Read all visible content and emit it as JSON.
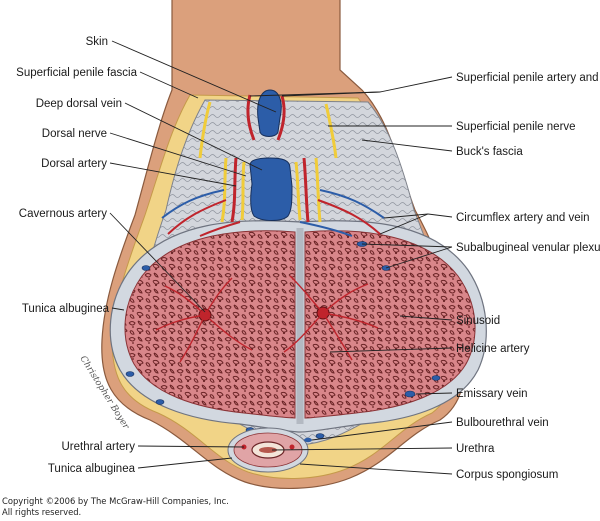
{
  "labels_left": [
    {
      "id": "skin",
      "text": "Skin"
    },
    {
      "id": "superficial-penile-fascia",
      "text": "Superficial penile fascia"
    },
    {
      "id": "deep-dorsal-vein",
      "text": "Deep dorsal vein"
    },
    {
      "id": "dorsal-nerve",
      "text": "Dorsal nerve"
    },
    {
      "id": "dorsal-artery",
      "text": "Dorsal artery"
    },
    {
      "id": "cavernous-artery",
      "text": "Cavernous artery"
    },
    {
      "id": "tunica-albuginea-left",
      "text": "Tunica albuginea"
    },
    {
      "id": "urethral-artery",
      "text": "Urethral artery"
    },
    {
      "id": "tunica-albuginea-bottom",
      "text": "Tunica albuginea"
    }
  ],
  "labels_right": [
    {
      "id": "superficial-penile-artery-and-vein",
      "text": "Superficial penile artery and vein"
    },
    {
      "id": "superficial-penile-nerve",
      "text": "Superficial penile nerve"
    },
    {
      "id": "bucks-fascia",
      "text": "Buck's fascia"
    },
    {
      "id": "circumflex-artery-and-vein",
      "text": "Circumflex artery and vein"
    },
    {
      "id": "subalbugineal-venular-plexus",
      "text": "Subalbugineal venular plexus"
    },
    {
      "id": "sinusoid",
      "text": "Sinusoid"
    },
    {
      "id": "helicine-artery",
      "text": "Helicine artery"
    },
    {
      "id": "emissary-vein",
      "text": "Emissary vein"
    },
    {
      "id": "bulbourethral-vein",
      "text": "Bulbourethral vein"
    },
    {
      "id": "urethra",
      "text": "Urethra"
    },
    {
      "id": "corpus-spongiosum",
      "text": "Corpus spongiosum"
    }
  ],
  "copyright": {
    "line1": "Copyright ©2006 by The McGraw-Hill Companies, Inc.",
    "line2": "All rights reserved."
  },
  "signature": "Christopher Boyer",
  "colors": {
    "skin": "#d9a27e",
    "fat": "#f1d487",
    "fascia": "#c9ccd3",
    "tissue": "#d9868a",
    "tissue_dark": "#6b2426",
    "tunica": "#d2d8e0",
    "artery": "#c0242c",
    "vein": "#2c5da8",
    "nerve": "#f0cc3a"
  }
}
